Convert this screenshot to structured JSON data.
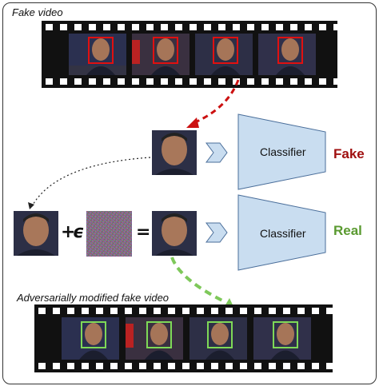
{
  "fake_section": {
    "title": "Fake video"
  },
  "adv_section": {
    "title": "Adversarially modified fake video"
  },
  "equation": {
    "plus": "+",
    "epsilon": "ϵ",
    "equals": "="
  },
  "classifier_top": {
    "label": "Classifier",
    "result": "Fake"
  },
  "classifier_bottom": {
    "label": "Classifier",
    "result": "Real"
  },
  "colors": {
    "fake_box": "#e01010",
    "real_box": "#7ed957",
    "fake_text": "#a01010",
    "real_text": "#5a9a30",
    "classifier_fill": "#c9ddf0",
    "red_arrow": "#cc1111",
    "green_arrow": "#7ec85a"
  },
  "icons": {
    "chevron": "chevron-right-icon",
    "dotted_arrow": "dotted-curved-arrow-icon",
    "red_arrow": "red-dashed-curved-arrow-icon",
    "green_arrow": "green-dashed-curved-arrow-icon"
  }
}
